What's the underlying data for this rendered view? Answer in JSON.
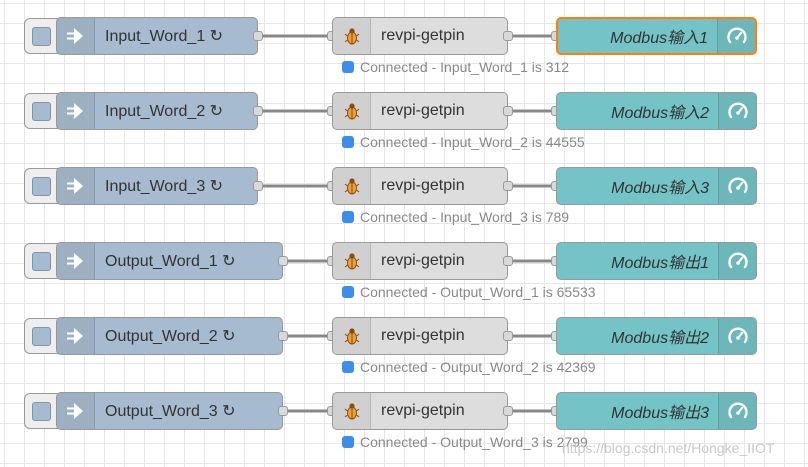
{
  "flow": {
    "rows": [
      {
        "inject_label": "Input_Word_1 ↻",
        "getpin_label": "revpi-getpin",
        "status": "Connected - Input_Word_1 is 312",
        "gauge_label": "Modbus输入1",
        "selected": true
      },
      {
        "inject_label": "Input_Word_2 ↻",
        "getpin_label": "revpi-getpin",
        "status": "Connected - Input_Word_2 is 44555",
        "gauge_label": "Modbus输入2",
        "selected": false
      },
      {
        "inject_label": "Input_Word_3 ↻",
        "getpin_label": "revpi-getpin",
        "status": "Connected - Input_Word_3 is 789",
        "gauge_label": "Modbus输入3",
        "selected": false
      },
      {
        "inject_label": "Output_Word_1 ↻",
        "getpin_label": "revpi-getpin",
        "status": "Connected - Output_Word_1 is 65533",
        "gauge_label": "Modbus输出1",
        "selected": false
      },
      {
        "inject_label": "Output_Word_2 ↻",
        "getpin_label": "revpi-getpin",
        "status": "Connected - Output_Word_2 is 42369",
        "gauge_label": "Modbus输出2",
        "selected": false
      },
      {
        "inject_label": "Output_Word_3 ↻",
        "getpin_label": "revpi-getpin",
        "status": "Connected - Output_Word_3 is 2799",
        "gauge_label": "Modbus输出3",
        "selected": false
      }
    ]
  },
  "icons": {
    "inject": "arrow-in-icon",
    "getpin": "revpi-bug-icon",
    "gauge": "gauge-icon"
  },
  "colors": {
    "inject_node": "#a6bbcf",
    "getpin_node": "#dddddd",
    "gauge_node": "#74c3c6",
    "status_dot": "#3b8eea",
    "selected_border": "#ff7f0e",
    "wire": "#888888"
  },
  "watermark": "https://blog.csdn.net/Hongke_IIOT"
}
